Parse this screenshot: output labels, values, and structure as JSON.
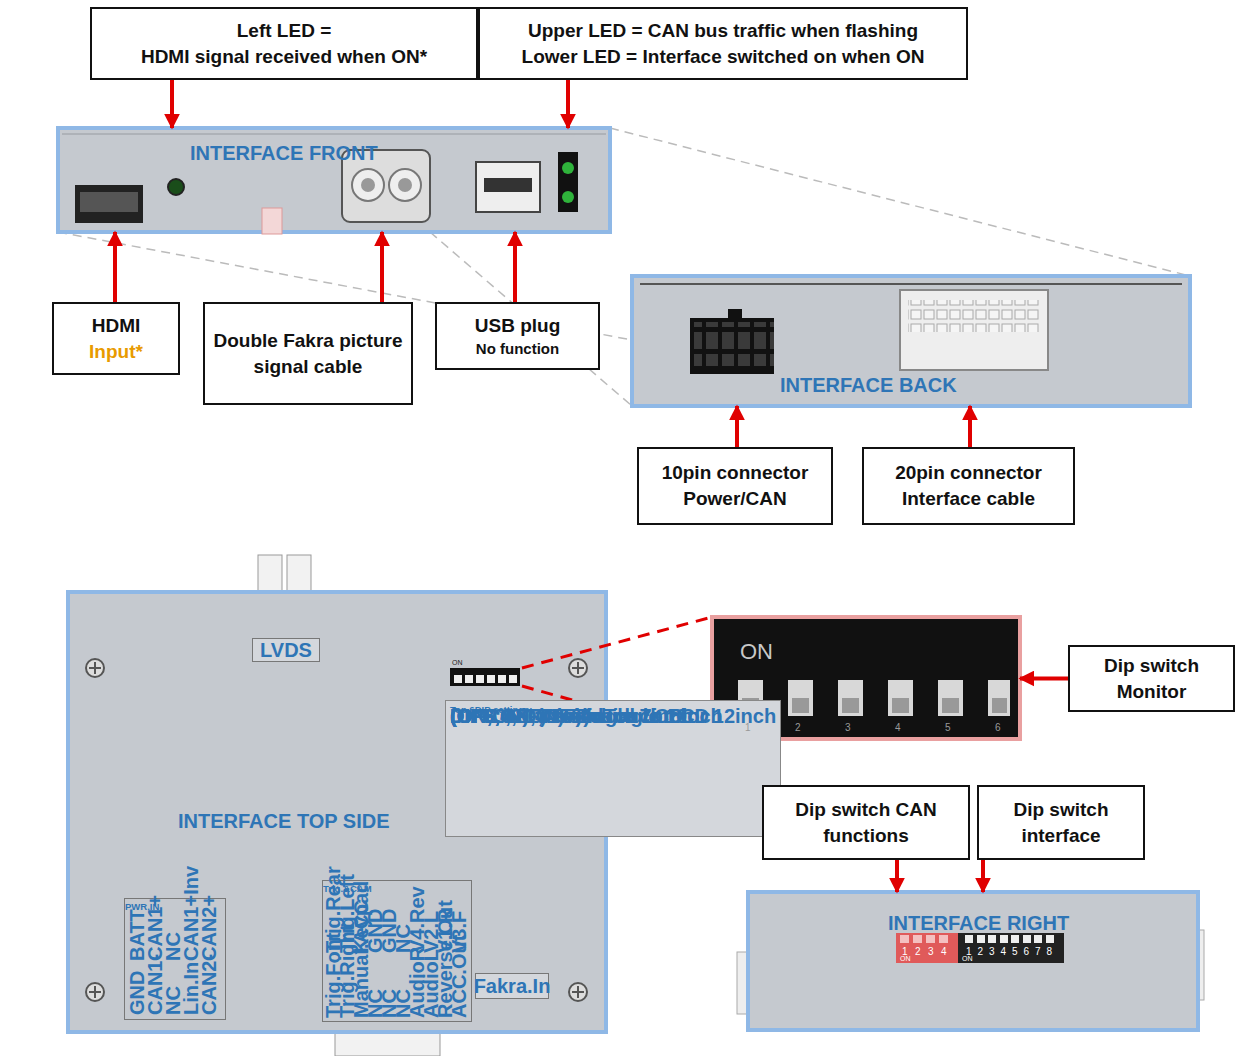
{
  "diagram": {
    "nodes": [
      {
        "text": [
          "Left LED =",
          "HDMI signal received when ON*"
        ]
      },
      {
        "text": [
          "Upper LED = CAN bus traffic when flashing",
          "Lower LED = Interface switched on when ON"
        ]
      },
      {
        "text": [
          "INTERFACE FRONT"
        ]
      },
      {
        "text": [
          "HDMI",
          "Input*"
        ]
      },
      {
        "text": [
          "Double Fakra picture signal cable"
        ]
      },
      {
        "text": [
          "USB plug",
          "No function"
        ]
      },
      {
        "text": [
          "INTERFACE BACK"
        ]
      },
      {
        "text": [
          "10pin connector Power/CAN"
        ]
      },
      {
        "text": [
          "20pin connector Interface cable"
        ]
      },
      {
        "text": [
          "INTERFACE TOP SIDE"
        ]
      },
      {
        "text": [
          "Top 6DIP settings:",
          "DIP 1 ,2 :",
          "(OFF,OFF)=with Touch LCD",
          "(ON,ON) =No Touch LCD",
          "DIP3,4,5:",
          "(ON,ON,ON)=single 7or8inch",
          "(OFF,OFF,OFF)=single 10or 12inch",
          "(OFF,ON,OFF)=dual 7inch",
          "DIP6: NOT Used"
        ],
        "in": 9
      },
      {
        "text": [
          "PWR.IN",
          "GND",
          "BATT",
          "CAN1-",
          "CAN1+",
          "NC",
          "NC",
          "Lin.In",
          "CAN1+Inv",
          "CAN2-",
          "CAN2+"
        ],
        "in": 9
      },
      {
        "text": [
          "Trig.&CAM",
          "Trig.Rear",
          "Trig.Left",
          "Keypad",
          "GND",
          "GND",
          "NC",
          "V4.Rev",
          "V2.L",
          "V1.R",
          "V3.F",
          "Trig.Font",
          "Trig.Right",
          "Manual.ACC",
          "NC",
          "NC",
          "NC",
          "AudioR",
          "AudioL",
          "Reverse.Out",
          "ACC.Out"
        ],
        "in": 9
      },
      {
        "text": [
          "LVDS"
        ],
        "in": 9
      },
      {
        "text": [
          "Fakra.In"
        ],
        "in": 9
      },
      {
        "text": [
          "Dip switch Monitor"
        ]
      },
      {
        "text": [
          "ON"
        ]
      },
      {
        "text": [
          "Dip switch CAN functions"
        ]
      },
      {
        "text": [
          "Dip switch interface"
        ]
      },
      {
        "text": [
          "INTERFACE RIGHT"
        ]
      }
    ],
    "edges": [
      {
        "from": 0,
        "to": 2,
        "arrow": "to"
      },
      {
        "from": 1,
        "to": 2,
        "arrow": "to"
      },
      {
        "from": 3,
        "to": 2,
        "arrow": "to"
      },
      {
        "from": 4,
        "to": 2,
        "arrow": "to"
      },
      {
        "from": 5,
        "to": 2,
        "arrow": "to"
      },
      {
        "from": 7,
        "to": 6,
        "arrow": "to"
      },
      {
        "from": 8,
        "to": 6,
        "arrow": "to"
      },
      {
        "from": 15,
        "to": 16,
        "arrow": "to"
      },
      {
        "from": 17,
        "to": 19,
        "arrow": "to"
      },
      {
        "from": 18,
        "to": 19,
        "arrow": "to"
      }
    ],
    "labels": [
      "1",
      "2",
      "3",
      "4",
      "5",
      "6",
      "1",
      "2",
      "3",
      "4",
      "ON",
      "1",
      "2",
      "3",
      "4",
      "5",
      "6",
      "7",
      "8",
      "ON",
      "ON"
    ]
  }
}
